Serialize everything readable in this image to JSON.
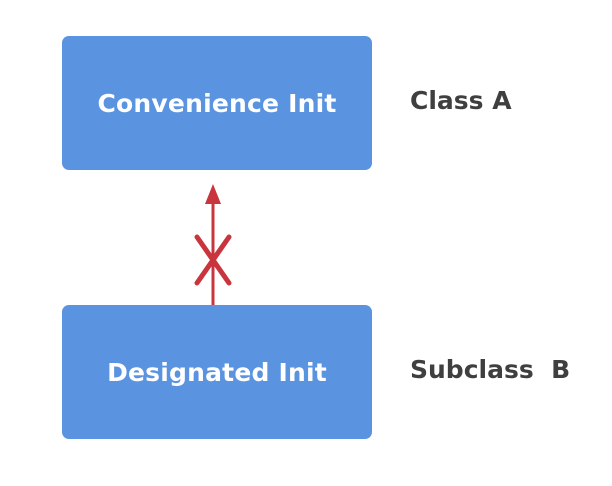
{
  "nodes": {
    "top": {
      "label": "Convenience Init",
      "side_label": "Class A"
    },
    "bottom": {
      "label": "Designated Init",
      "side_label": "Subclass  B"
    }
  },
  "colors": {
    "box_fill": "#5a93e0",
    "box_text": "#ffffff",
    "side_label_text": "#3f3f3f",
    "arrow": "#c9353d",
    "background": "#ffffff"
  },
  "connector": {
    "direction": "bottom-to-top",
    "blocked": true,
    "blocked_marker_icon": "cross-icon"
  }
}
